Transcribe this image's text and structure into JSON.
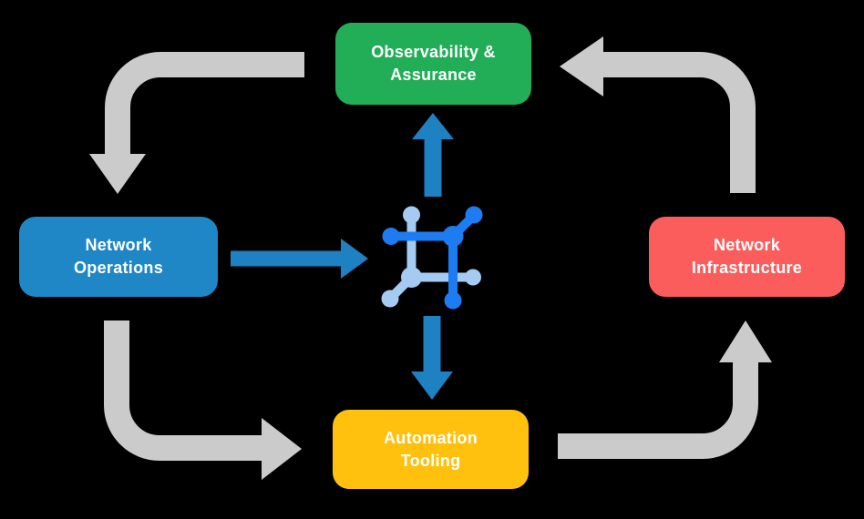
{
  "background_color": "#000000",
  "text_color": "#FFFFFF",
  "nodes": [
    {
      "id": "observability-assurance",
      "label": "Observability & Assurance",
      "lines": [
        "Observability &",
        "Assurance"
      ],
      "color": "#22AD57"
    },
    {
      "id": "network-operations",
      "label": "Network Operations",
      "lines": [
        "Network",
        "Operations"
      ],
      "color": "#1F87C6"
    },
    {
      "id": "network-infrastructure",
      "label": "Network Infrastructure",
      "lines": [
        "Network",
        "Infrastructure"
      ],
      "color": "#FB5D5D"
    },
    {
      "id": "automation-tooling",
      "label": "Automation Tooling",
      "lines": [
        "Automation",
        "Tooling"
      ],
      "color": "#FFC10E"
    }
  ],
  "center_icon": {
    "name": "network-mesh-icon",
    "primary_color": "#1E7CF2",
    "secondary_color": "#A6CBF3"
  },
  "arrows": {
    "gray_color": "#CBCBCB",
    "blue_color": "#1E81C2",
    "flows": [
      {
        "from": "Observability & Assurance",
        "to": "Network Operations",
        "style": "gray"
      },
      {
        "from": "Network Infrastructure",
        "to": "Observability & Assurance",
        "style": "gray"
      },
      {
        "from": "Network Operations",
        "to": "Automation Tooling",
        "style": "gray"
      },
      {
        "from": "Automation Tooling",
        "to": "Network Infrastructure",
        "style": "gray"
      },
      {
        "from": "Network Operations",
        "to": "center icon",
        "style": "blue"
      },
      {
        "from": "center icon",
        "to": "Observability & Assurance",
        "style": "blue"
      },
      {
        "from": "center icon",
        "to": "Automation Tooling",
        "style": "blue"
      }
    ]
  }
}
